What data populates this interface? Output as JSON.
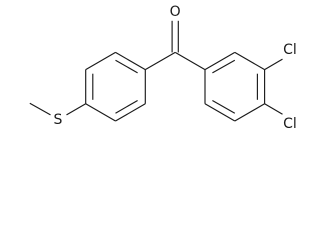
{
  "molecule": {
    "atoms": {
      "oxygen": "O",
      "sulfur": "S",
      "chlorine_1": "Cl",
      "chlorine_2": "Cl"
    }
  }
}
